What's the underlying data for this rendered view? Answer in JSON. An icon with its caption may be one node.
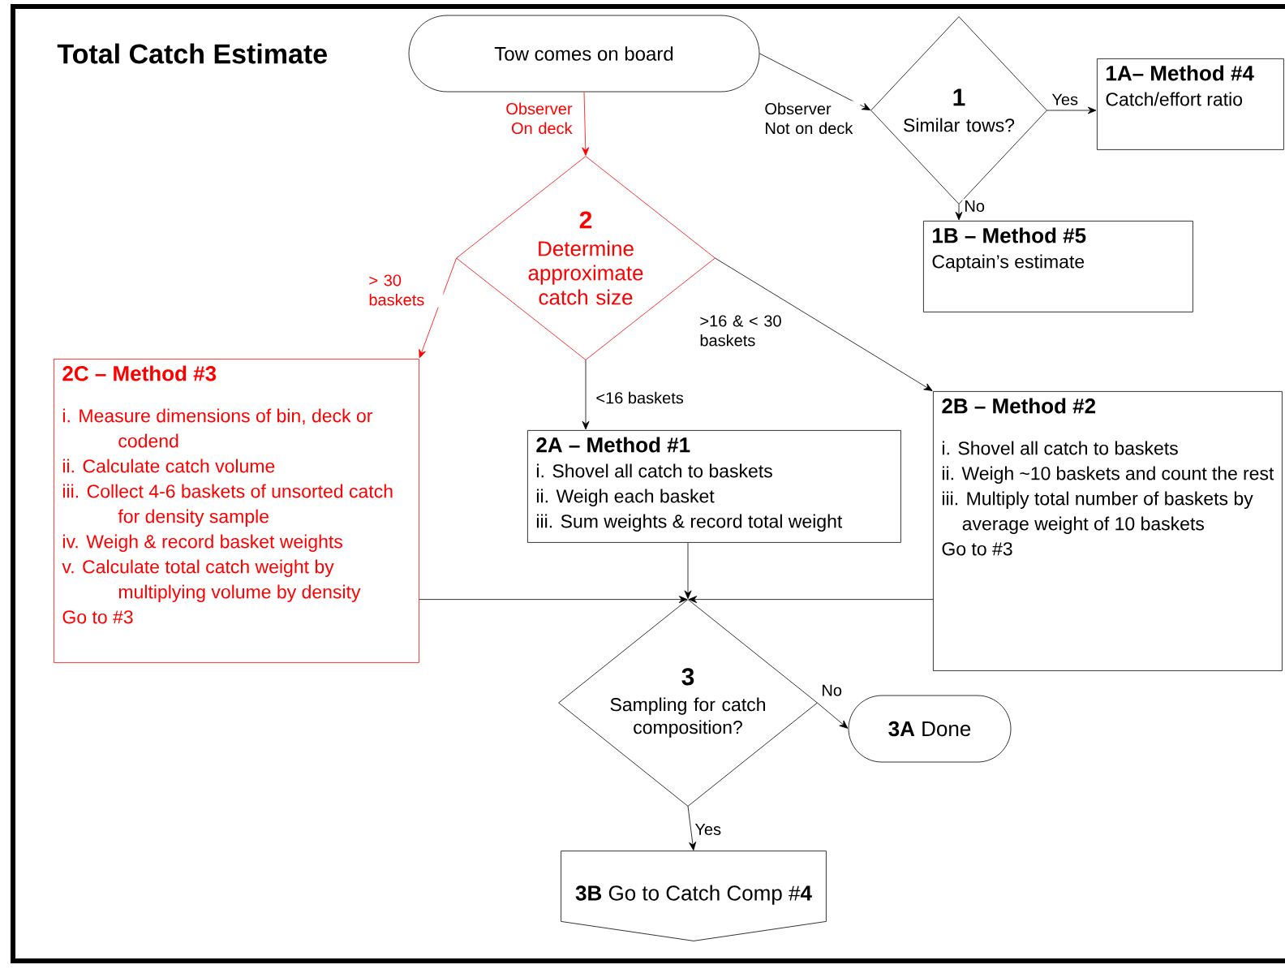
{
  "diagram": {
    "title": "Total Catch Estimate",
    "nodes": [
      {
        "text": [
          "Tow comes on board"
        ]
      },
      {
        "text": [
          "1",
          "Similar tows?"
        ]
      },
      {
        "text": [
          "1A– Method #4",
          "Catch/effort ratio"
        ]
      },
      {
        "text": [
          "1B – Method #5",
          "Captain’s estimate"
        ]
      },
      {
        "text": [
          "2",
          "Determine approximate catch size"
        ]
      },
      {
        "text": [
          "2C – Method #3",
          "i. Measure dimensions of bin, deck or codend",
          "ii. Calculate catch volume",
          "iii. Collect 4-6 baskets of unsorted catch for density sample",
          "iv. Weigh & record basket weights",
          "v. Calculate total catch weight by multiplying volume by density",
          "Go to #3"
        ]
      },
      {
        "text": [
          "2A – Method #1",
          "i. Shovel all catch to baskets",
          "ii. Weigh each basket",
          "iii. Sum weights & record total weight"
        ]
      },
      {
        "text": [
          "2B – Method #2",
          "i. Shovel all catch to baskets",
          "ii. Weigh ~10 baskets and count the rest",
          "iii. Multiply total number of baskets by average weight of 10 baskets",
          "Go to #3"
        ]
      },
      {
        "text": [
          "3",
          "Sampling for catch composition?"
        ]
      },
      {
        "text": [
          "**3A** Done"
        ]
      },
      {
        "text": [
          "**3B** Go to Catch Comp #**4**"
        ]
      }
    ],
    "edges": [
      {
        "from": 0,
        "to": 4,
        "arrow": "to",
        "label": "Observer On deck",
        "color": "#ff0000"
      },
      {
        "from": 0,
        "to": 1,
        "arrow": "to",
        "label": "Observer Not on deck"
      },
      {
        "from": 1,
        "to": 2,
        "arrow": "to",
        "label": "Yes"
      },
      {
        "from": 1,
        "to": 3,
        "arrow": "to",
        "label": "No"
      },
      {
        "from": 4,
        "to": 5,
        "arrow": "to",
        "label": "> 30 baskets",
        "color": "#ff0000"
      },
      {
        "from": 4,
        "to": 6,
        "arrow": "to",
        "label": "<16 baskets"
      },
      {
        "from": 4,
        "to": 7,
        "arrow": "to",
        "label": ">16 & < 30 baskets"
      },
      {
        "from": 5,
        "to": 8,
        "arrow": "to"
      },
      {
        "from": 6,
        "to": 8,
        "arrow": "to"
      },
      {
        "from": 7,
        "to": 8,
        "arrow": "to"
      },
      {
        "from": 8,
        "to": 9,
        "arrow": "to",
        "label": "No"
      },
      {
        "from": 8,
        "to": 10,
        "arrow": "to",
        "label": "Yes"
      }
    ]
  }
}
